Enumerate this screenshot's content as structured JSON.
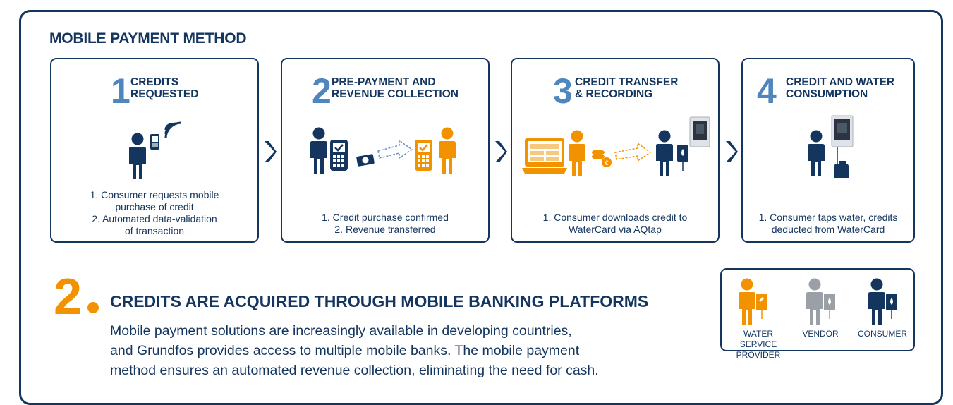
{
  "heading": "MOBILE PAYMENT METHOD",
  "steps": [
    {
      "number": "1",
      "title_line1": "CREDITS",
      "title_line2": "REQUESTED",
      "desc": [
        "1. Consumer requests mobile",
        "purchase of credit",
        "2. Automated data-validation",
        "of transaction"
      ]
    },
    {
      "number": "2",
      "title_line1": "PRE-PAYMENT AND",
      "title_line2": "REVENUE COLLECTION",
      "desc": [
        "1. Credit purchase confirmed",
        "2. Revenue transferred"
      ]
    },
    {
      "number": "3",
      "title_line1": "CREDIT TRANSFER",
      "title_line2": "& RECORDING",
      "desc": [
        "1. Consumer downloads credit to",
        "WaterCard via AQtap"
      ]
    },
    {
      "number": "4",
      "title_line1": "CREDIT AND WATER",
      "title_line2": "CONSUMPTION",
      "desc": [
        "1. Consumer taps water, credits",
        "deducted from WaterCard"
      ]
    }
  ],
  "section": {
    "number": "2",
    "headline": "CREDITS ARE ACQUIRED THROUGH MOBILE BANKING PLATFORMS",
    "paragraph": [
      "Mobile payment solutions are increasingly available in developing countries,",
      "and Grundfos provides access to multiple mobile banks. The mobile payment",
      "method ensures an automated revenue collection, eliminating the need for cash."
    ]
  },
  "legend": [
    {
      "label_line1": "WATER SERVICE",
      "label_line2": "PROVIDER",
      "color": "#f39200"
    },
    {
      "label_line1": "VENDOR",
      "label_line2": "",
      "color": "#9aa0a6"
    },
    {
      "label_line1": "CONSUMER",
      "label_line2": "",
      "color": "#13355e"
    }
  ],
  "colors": {
    "navy": "#13355e",
    "orange": "#f39200",
    "blue": "#4f86bd",
    "gray": "#9aa0a6"
  }
}
